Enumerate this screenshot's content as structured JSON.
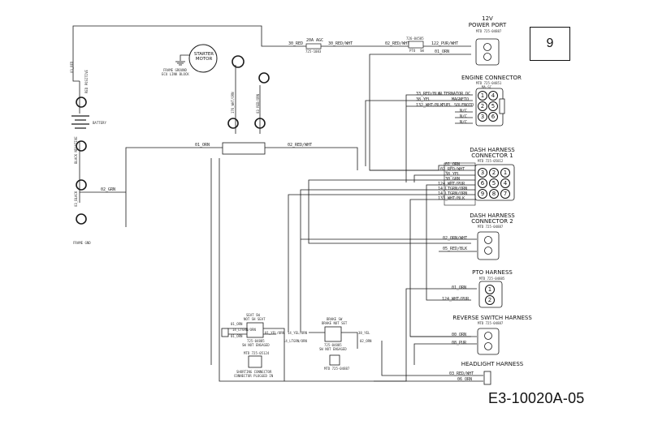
{
  "page_number": "9",
  "document_code": "E3-10020A-05",
  "connectors": {
    "power_port": {
      "title_1": "12V",
      "title_2": "POWER PORT",
      "part": "MTD 725-04887"
    },
    "engine": {
      "title": "ENGINE CONNECTOR",
      "part": "MTD 725-04851",
      "part_2": "MA-SC",
      "pins": [
        "1",
        "4",
        "2",
        "5",
        "3",
        "6"
      ]
    },
    "dash1": {
      "title_1": "DASH HARNESS",
      "title_2": "CONNECTOR 1",
      "part": "MTD 725-05812",
      "pins": [
        "3",
        "2",
        "1",
        "6",
        "5",
        "4",
        "9",
        "8",
        "7"
      ]
    },
    "dash2": {
      "title_1": "DASH HARNESS",
      "title_2": "CONNECTOR 2",
      "part": "MTD 725-04887"
    },
    "pto": {
      "title": "PTO HARNESS",
      "part": "MTD 725-04885",
      "pins": [
        "1",
        "2"
      ]
    },
    "reverse": {
      "title": "REVERSE SWITCH HARNESS",
      "part": "MTD 725-04887"
    },
    "headlight": {
      "title": "HEADLIGHT HARNESS"
    },
    "starter_motor": {
      "line_1": "STARTER",
      "line_2": "MOTOR"
    },
    "seat_sw": {
      "title_1": "SEAT SW",
      "title_2": "NOT SH SEAT",
      "note_1": "725-04885",
      "note_2": "SW NOT ENGAGED"
    },
    "brake_sw": {
      "title_1": "BRAKE SW",
      "title_2": "BRAKE NOT SET",
      "note_1": "725-04885",
      "note_2": "SW NOT ENGAGED",
      "part": "MTD 725-04887"
    },
    "shorting": {
      "part": "MTD 725-05124",
      "line_1": "SHORTING CONNECTOR",
      "line_2": "CONNECTOR PLUGGED IN"
    }
  },
  "wire_labels": {
    "top_red": "30_RED",
    "fuse": "20A AGC",
    "fuse_sub": "725-1083",
    "red_wht_a": "30_RED/WHT",
    "red_wht_b": "02_RED/WHT",
    "diode": "726-04585",
    "pur_wht": "122_PUR/WHT",
    "pto_sw": "PTO",
    "sw": "SW",
    "orn_top": "01_ORN",
    "eng_1": "33_RED/BLK",
    "eng_1b": "ALTERNATOR DC",
    "eng_2": "38_YEL",
    "eng_2b": "MAGNETO",
    "eng_3": "132_WHT/BLK",
    "eng_3b": "FUEL SOLENOID",
    "eng_4": "N/C",
    "eng_5": "N/C",
    "eng_6": "N/C",
    "d1_1": "01_ORN",
    "d1_2": "02_RED/WHT",
    "d1_3": "38_YEL",
    "d1_4": "30_GRN",
    "d1_5": "124_WHT/PUR",
    "d1_6": "14_LTGRN/ORN",
    "d1_7": "14_LTGRN/ORN",
    "d1_8": "133_WHT/BLK",
    "d2_1": "02_ORN/WHT",
    "d2_2": "05_RED/BLK",
    "pto_1": "01_ORN",
    "pto_2": "124_WHT/PUR",
    "rev_1": "00_ORN",
    "rev_2": "08_PUR",
    "hl_1": "03_RED/WHT",
    "hl_2": "06_ORN",
    "orn_mid": "01_ORN",
    "red_wht_mid": "02_RED/WHT",
    "grn_left": "02_GRN",
    "frame_gnd_top": "FRAME GROUND",
    "frame_gnd_top_2": "ECU LINK BLOCK",
    "frame_gnd_bot": "FRAME GND",
    "battery": "BATTERY",
    "seat_1": "14_LTGRN/ORN",
    "seat_2": "01_ORN",
    "seat_3": "01_YEL/ORN",
    "seat_4": "01_ORN",
    "brake_1": "14_YEL/ORN",
    "brake_2": "38_YEL",
    "brake_3": "14_LTGRN/ORN",
    "brake_4": "02_ORN",
    "bat_pos_1": "03_RED",
    "bat_pos_2": "RED POSITIVE",
    "bat_neg_1": "BLACK NEGATIVE",
    "bat_neg_2": "03_BLACK",
    "starter_1": "176_WHT/ORN",
    "starter_2": "03_RED/ORN"
  },
  "colors": {
    "line": "#1a1a1a",
    "text": "#222222",
    "background": "#ffffff"
  }
}
